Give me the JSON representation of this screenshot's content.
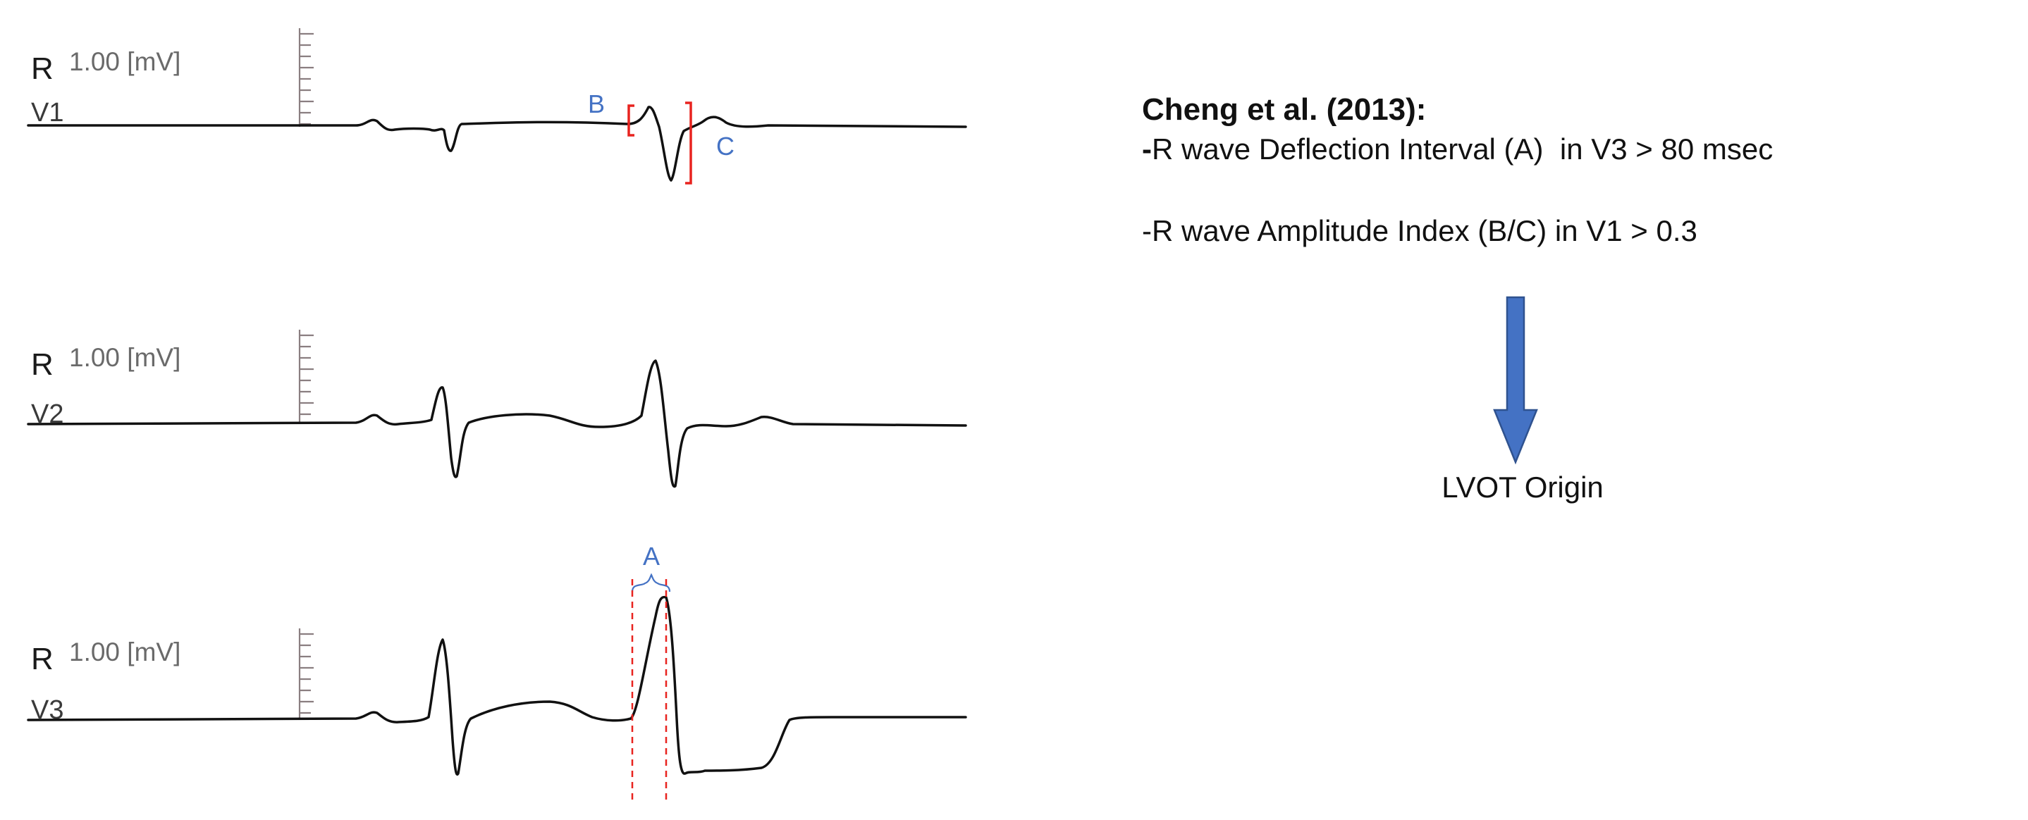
{
  "leads": [
    {
      "reference": "R",
      "scale_label": "1.00 [mV]",
      "name": "V1"
    },
    {
      "reference": "R",
      "scale_label": "1.00 [mV]",
      "name": "V2"
    },
    {
      "reference": "R",
      "scale_label": "1.00 [mV]",
      "name": "V3"
    }
  ],
  "annotations": {
    "b": "B",
    "c": "C",
    "a": "A"
  },
  "criteria": {
    "title": "Cheng et al. (2013):",
    "dash": "-",
    "criterion_1": "R wave Deflection Interval (A)  in V3 > 80 msec",
    "criterion_2": "-R wave Amplitude Index (B/C) in V1 > 0.3",
    "outcome": "LVOT Origin"
  },
  "colors": {
    "trace": "#111111",
    "annotation_blue": "#4472c4",
    "bracket_red": "#e8231f",
    "arrow_fill": "#4472c4",
    "arrow_stroke": "#2f528f"
  }
}
